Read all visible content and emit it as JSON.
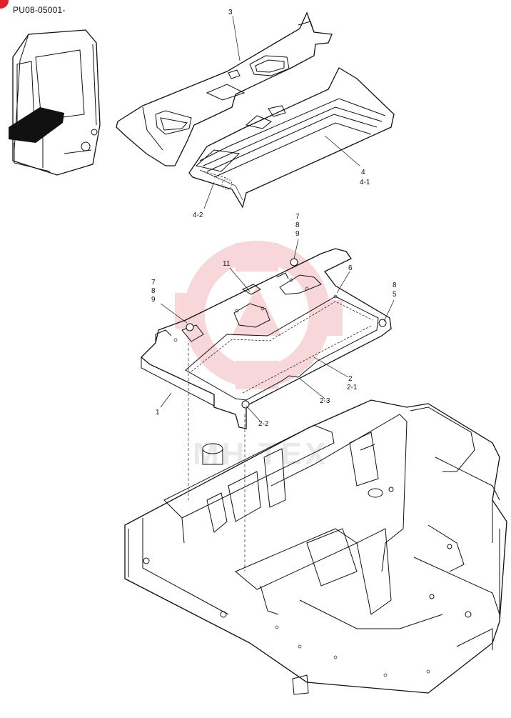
{
  "document": {
    "code": "PU08-05001-",
    "watermark_text": "MH TEX"
  },
  "callouts": [
    {
      "id": "c3",
      "label": "3"
    },
    {
      "id": "c4",
      "label": "4"
    },
    {
      "id": "c4-1",
      "label": "4-1"
    },
    {
      "id": "c4-2",
      "label": "4-2"
    },
    {
      "id": "c7a",
      "label": "7"
    },
    {
      "id": "c8a",
      "label": "8"
    },
    {
      "id": "c9a",
      "label": "9"
    },
    {
      "id": "c11",
      "label": "11"
    },
    {
      "id": "c6",
      "label": "6"
    },
    {
      "id": "c8b",
      "label": "8"
    },
    {
      "id": "c5",
      "label": "5"
    },
    {
      "id": "c7b",
      "label": "7"
    },
    {
      "id": "c8c",
      "label": "8"
    },
    {
      "id": "c9b",
      "label": "9"
    },
    {
      "id": "c2",
      "label": "2"
    },
    {
      "id": "c2-1",
      "label": "2-1"
    },
    {
      "id": "c2-3",
      "label": "2-3"
    },
    {
      "id": "c1",
      "label": "1"
    },
    {
      "id": "c2-2",
      "label": "2-2"
    }
  ],
  "colors": {
    "line": "#111111",
    "watermark": "#f4b8bc",
    "corner_mark": "#e0202a"
  }
}
